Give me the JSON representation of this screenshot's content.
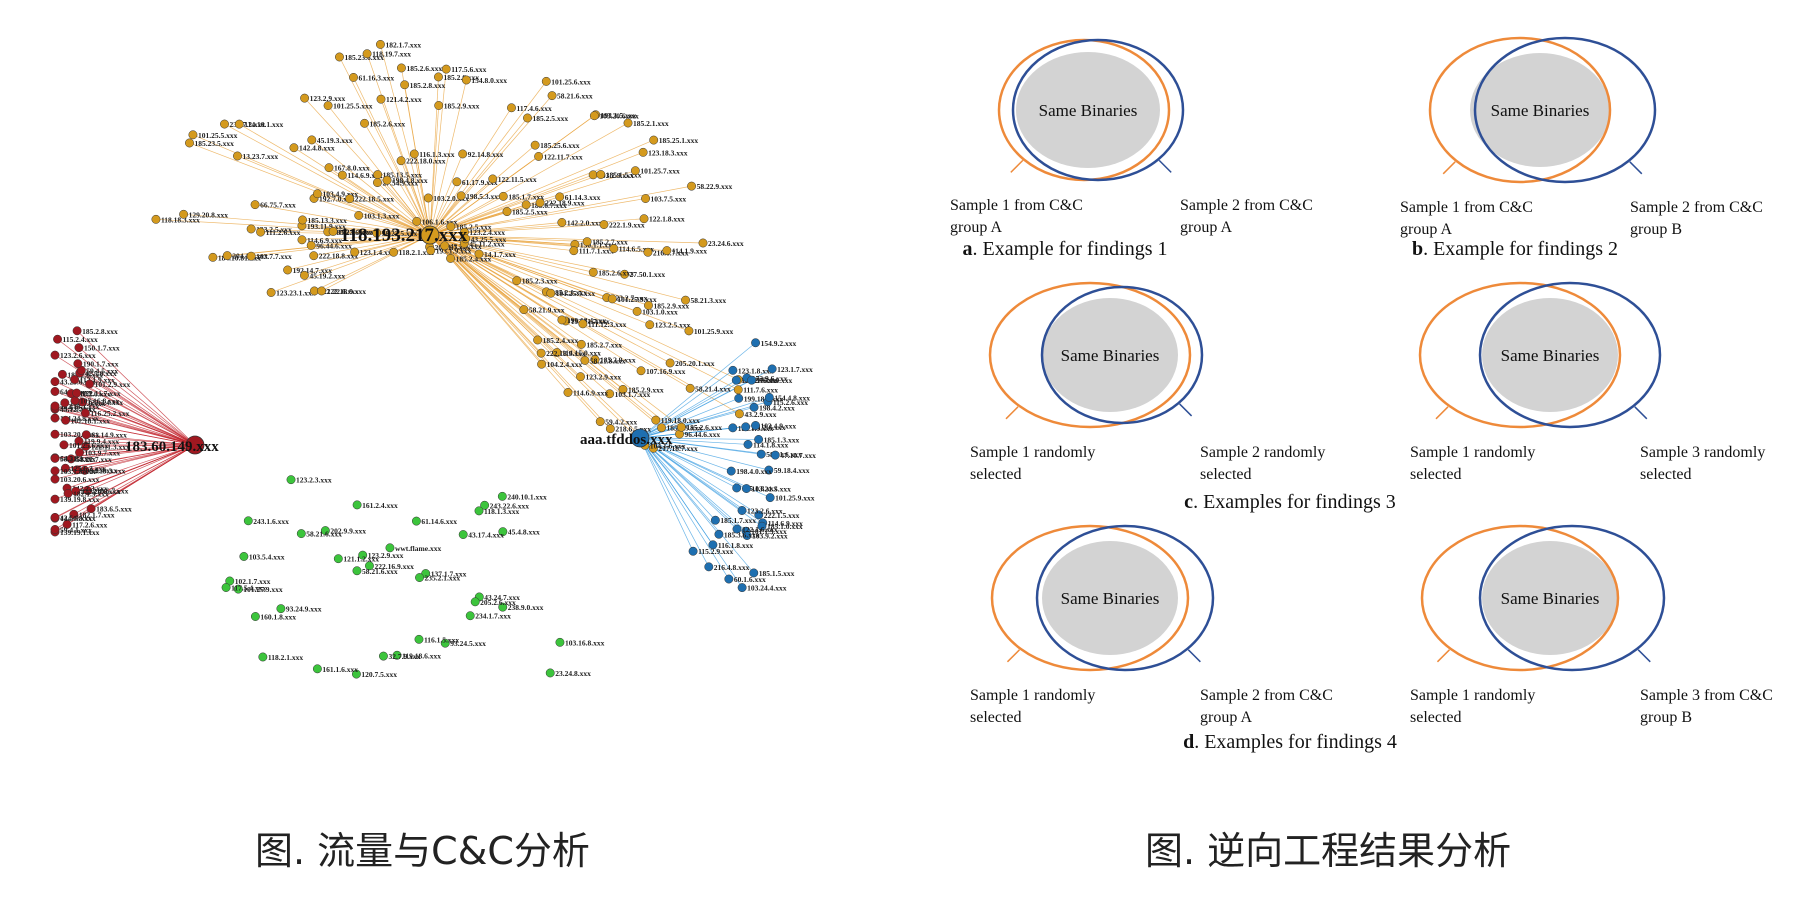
{
  "network": {
    "hubs": [
      {
        "label": "118.193.217.xxx",
        "color": "#E8A33C",
        "node_color": "#D49A1E"
      },
      {
        "label": "183.60.149.xxx",
        "color": "#C0202A",
        "node_color": "#A01820"
      },
      {
        "label": "aaa.tfddos.xxx",
        "color": "#3A9CE0",
        "node_color": "#1E6FB0"
      }
    ],
    "leaf_colors": {
      "orange": "#D49A1E",
      "red": "#A01820",
      "blue": "#1E6FB0",
      "green": "#3CC43C"
    },
    "orange_leaves": [
      "184.10.81.xxx",
      "123.23.1.xxx",
      "204.1.7.xxx",
      "118.18.3.xxx",
      "103.7.7.xxx",
      "129.20.8.xxx",
      "221.22.6.xxx",
      "192.14.7.xxx",
      "45.19.2.xxx",
      "123.2.5.xxx",
      "222.18.9.xxx",
      "185.23.5.xxx",
      "111.2.6.xxx",
      "222.18.8.xxx",
      "66.75.7.xxx",
      "114.6.9.xxx",
      "101.25.5.xxx",
      "96.44.6.xxx",
      "193.11.9.xxx",
      "13.23.7.xxx",
      "185.13.3.xxx",
      "23.27.2.xxx",
      "114.10.1.xxx",
      "185.23.6.xxx",
      "192.7.0.xxx",
      "142.4.8.xxx",
      "192.9.3.xxx",
      "123.1.4.xxx",
      "103.4.9.xxx",
      "45.19.3.xxx",
      "222.18.5.xxx",
      "167.8.0.xxx",
      "123.2.9.xxx",
      "114.6.9.xxx",
      "103.1.3.xxx",
      "58.22.5.xxx",
      "101.25.5.xxx",
      "185.23.6.xxx",
      "61.16.3.xxx",
      "185.2.6.xxx",
      "118.2.1.xxx",
      "27.54.9.xxx",
      "185.13.5.xxx",
      "121.4.2.xxx",
      "118.19.7.xxx",
      "198.4.8.xxx",
      "222.18.0.xxx",
      "182.1.7.xxx",
      "185.2.6.xxx",
      "116.1.3.xxx",
      "185.2.8.xxx",
      "103.2.0.xxx",
      "106.1.6.xxx",
      "185.2.9.xxx",
      "117.5.6.xxx",
      "185.2.6.xxx",
      "204.1.7.xxx",
      "193.1.9.xxx",
      "154.8.0.xxx",
      "185.2.5.xxx",
      "43.2.7.xxx",
      "92.14.8.xxx",
      "61.17.9.xxx",
      "198.5.3.xxx",
      "123.2.4.xxx",
      "185.2.4.xxx",
      "45.11.2.xxx",
      "43.25.5.xxx",
      "122.11.5.xxx",
      "117.4.6.xxx",
      "185.2.5.xxx",
      "101.25.6.xxx",
      "185.25.6.xxx",
      "185.1.7.xxx",
      "58.21.6.xxx",
      "14.1.7.xxx",
      "185.2.5.xxx",
      "122.11.7.xxx",
      "185.6.7.xxx",
      "193.1.5.xxx",
      "222.18.9.xxx",
      "103.20.6.xxx",
      "61.14.3.xxx",
      "103.2.9.xxx",
      "185.2.1.xxx",
      "142.2.0.xxx",
      "185.1.5.xxx",
      "123.18.3.xxx",
      "185.25.1.xxx",
      "101.25.7.xxx",
      "185.2.3.xxx",
      "222.1.9.xxx",
      "150.1.1.xxx",
      "103.7.5.xxx",
      "185.2.7.xxx",
      "122.1.8.xxx",
      "111.7.1.xxx",
      "58.22.9.xxx",
      "185.2.1.xxx",
      "101.25.5.xxx",
      "114.6.5.xxx",
      "58.21.9.xxx",
      "27.50.1.xxx",
      "185.2.6.xxx",
      "216.6.7.xxx",
      "114.1.9.xxx",
      "23.24.6.xxx",
      "123.2.7.xxx",
      "193.11.7.xxx",
      "101.25.9.xxx",
      "185.2.9.xxx",
      "199.18.4.xxx",
      "111.12.3.xxx",
      "103.1.0.xxx",
      "185.2.4.xxx",
      "58.21.3.xxx",
      "123.2.5.xxx",
      "114.15.0.xxx",
      "185.2.7.xxx",
      "222.18.9.xxx",
      "101.25.9.xxx",
      "104.2.4.xxx",
      "185.2.9.xxx",
      "58.21.8.xxx",
      "107.16.9.xxx",
      "205.20.1.xxx",
      "111.7.6.xxx",
      "94.19.6.xxx",
      "185.2.9.xxx",
      "123.2.9.xxx",
      "58.21.4.xxx",
      "43.2.9.xxx",
      "103.1.7.xxx",
      "114.6.9.xxx",
      "185.2.9.xxx",
      "96.44.6.xxx",
      "119.18.0.xxx",
      "185.2.6.xxx",
      "217.18.7.xxx",
      "59.4.2.xxx",
      "104.1.6.xxx",
      "218.6.5.xxx"
    ],
    "red_leaves": [
      "139.19.1.xxx",
      "117.2.6.xxx",
      "182.1.7.xxx",
      "183.6.5.xxx",
      "59.4.1.xxx",
      "144.6.8.xxx",
      "42.5.9.xxx",
      "218.6.7.xxx",
      "142.2.3.xxx",
      "222.24.6.xxx",
      "182.1.9.xxx",
      "139.19.8.xxx",
      "103.20.6.xxx",
      "94.19.3.xxx",
      "103.9.4.xxx",
      "125.6.3.xxx",
      "103.1.8.xxx",
      "58.22.7.xxx",
      "64.3.8.xxx",
      "103.9.7.xxx",
      "58.21.4.xxx",
      "122.11.3.xxx",
      "119.9.4.xxx",
      "101.25.6.xxx",
      "103.20.2.xxx",
      "114.24.8.xxx",
      "61.14.9.xxx",
      "45.12.7.xxx",
      "39.9.8.xxx",
      "222.18.1.xxx",
      "102.18.1.xxx",
      "116.25.2.xxx",
      "154.8.9.xxx",
      "64.3.8.xxx",
      "123.2.4.xxx",
      "43.25.6.xxx",
      "107.16.8.xxx",
      "111.2.0.xxx",
      "122.11.7.xxx",
      "185.2.8.xxx",
      "123.2.6.xxx",
      "112.1.9.xxx",
      "101.2.9.xxx",
      "42.5.8.xxx",
      "59.4.5.xxx",
      "190.1.7.xxx",
      "115.2.4.xxx",
      "150.1.7.xxx",
      "185.2.8.xxx"
    ],
    "blue_leaves": [
      "154.9.2.xxx",
      "123.1.8.xxx",
      "115.2.7.xxx",
      "172.9.6.xxx",
      "123.1.7.xxx",
      "107.1.0.xxx",
      "199.18.4.xxx",
      "115.2.6.xxx",
      "154.4.8.xxx",
      "198.4.2.xxx",
      "182.1.9.xxx",
      "111.2.6.xxx",
      "103.4.9.xxx",
      "114.1.8.xxx",
      "185.1.3.xxx",
      "58.21.6.xxx",
      "47.10.7.xxx",
      "59.18.4.xxx",
      "198.4.0.xxx",
      "101.25.9.xxx",
      "185.1.8.xxx",
      "103.21.5.xxx",
      "222.1.5.xxx",
      "123.2.6.xxx",
      "114.6.9.xxx",
      "185.1.0.xxx",
      "101.1.9.xxx",
      "103.9.2.xxx",
      "122.1.6.xxx",
      "185.1.7.xxx",
      "185.3.6.xxx",
      "185.1.5.xxx",
      "116.1.8.xxx",
      "103.24.4.xxx",
      "60.1.6.xxx",
      "216.4.8.xxx",
      "115.2.9.xxx"
    ],
    "green_leaves": [
      "240.10.1.xxx",
      "103.16.8.xxx",
      "243.22.6.xxx",
      "45.4.8.xxx",
      "23.24.8.xxx",
      "118.1.3.xxx",
      "238.9.0.xxx",
      "43.17.4.xxx",
      "43.24.7.xxx",
      "205.2.6.xxx",
      "234.1.7.xxx",
      "93.24.5.xxx",
      "137.1.7.xxx",
      "116.1.5.xxx",
      "61.14.6.xxx",
      "235.2.1.xxx",
      "119.18.6.xxx",
      "32.7.9.xxx",
      "120.7.5.xxx",
      "wwt.flame.xxx",
      "222.16.9.xxx",
      "58.21.6.xxx",
      "123.2.9.xxx",
      "161.1.6.xxx",
      "161.2.4.xxx",
      "121.1.2.xxx",
      "118.2.1.xxx",
      "202.9.9.xxx",
      "93.24.9.xxx",
      "160.1.8.xxx",
      "58.21.6.xxx",
      "101.25.9.xxx",
      "102.1.7.xxx",
      "103.5.4.xxx",
      "117.5.4.xxx",
      "123.2.3.xxx",
      "243.1.6.xxx"
    ]
  },
  "venn": {
    "center_label": "Same Binaries",
    "orange": "#EE8A3A",
    "blue": "#2E4F96",
    "gray": "#D3D3D3",
    "panels": [
      {
        "id": "a",
        "left": "Sample 1 from C&C group A",
        "right": "Sample 2 from C&C group A",
        "left_lines": [
          "Sample 1 from C&C",
          "group A"
        ],
        "right_lines": [
          "Sample 2 from C&C",
          "group A"
        ]
      },
      {
        "id": "b",
        "left": "Sample 1 from C&C group A",
        "right": "Sample 2 from C&C group B",
        "left_lines": [
          "Sample 1 from C&C",
          "group A"
        ],
        "right_lines": [
          "Sample 2 from C&C",
          "group B"
        ]
      },
      {
        "id": "c1",
        "left_lines": [
          "Sample 1 randomly",
          "selected"
        ],
        "right_lines": [
          "Sample 2 randomly",
          "selected"
        ]
      },
      {
        "id": "c2",
        "left_lines": [
          "Sample 1 randomly",
          "selected"
        ],
        "right_lines": [
          "Sample 3 randomly",
          "selected"
        ]
      },
      {
        "id": "d1",
        "left_lines": [
          "Sample 1 randomly",
          "selected"
        ],
        "right_lines": [
          "Sample 2 from C&C",
          "group A"
        ]
      },
      {
        "id": "d2",
        "left_lines": [
          "Sample 1 randomly",
          "selected"
        ],
        "right_lines": [
          "Sample 3 from C&C",
          "group B"
        ]
      }
    ],
    "captions": [
      {
        "letter": "a",
        "text": ". Example for findings 1"
      },
      {
        "letter": "b",
        "text": ". Example for findings 2"
      },
      {
        "letter": "c",
        "text": ". Examples for findings 3"
      },
      {
        "letter": "d",
        "text": ". Examples for findings 4"
      }
    ]
  },
  "captions": {
    "left": "图. 流量与C&C分析",
    "right": "图. 逆向工程结果分析"
  }
}
